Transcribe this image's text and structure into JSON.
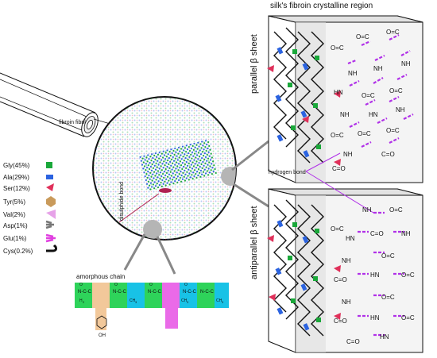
{
  "title": "silk's fibroin crystalline region",
  "fibril_label": "fibroin fibril",
  "disulphide_label": "disulphide bond",
  "hydrogen_label": "hydrogen bond",
  "amorphous_label": "amorphous chain",
  "parallel_label": "parallel β sheet",
  "antiparallel_label": "antiparallel β sheet",
  "legend": [
    {
      "label": "Gly(45%)",
      "color": "#1aa83a",
      "icon": "square"
    },
    {
      "label": "Ala(29%)",
      "color": "#2b63e0",
      "icon": "rect"
    },
    {
      "label": "Ser(12%)",
      "color": "#e0305a",
      "icon": "arrow"
    },
    {
      "label": "Tyr(5%)",
      "color": "#c99a5b",
      "icon": "hex"
    },
    {
      "label": "Val(2%)",
      "color": "#e6a2e8",
      "icon": "arrow"
    },
    {
      "label": "Asp(1%)",
      "color": "#777777",
      "icon": "fork"
    },
    {
      "label": "Glu(1%)",
      "color": "#e040e0",
      "icon": "fork"
    },
    {
      "label": "Cys(0.2%)",
      "color": "#111111",
      "icon": "hook"
    }
  ],
  "chem": {
    "carbonyl": "O=C",
    "carbonyl_rev": "C=O",
    "amide": "NH",
    "amide_rev": "HN",
    "dbl_o": "O",
    "imine": "N-C-C",
    "hydrogen2": "H",
    "sub2": "2",
    "methyl": "CH",
    "sub3": "3",
    "hydroxyl": "OH"
  }
}
